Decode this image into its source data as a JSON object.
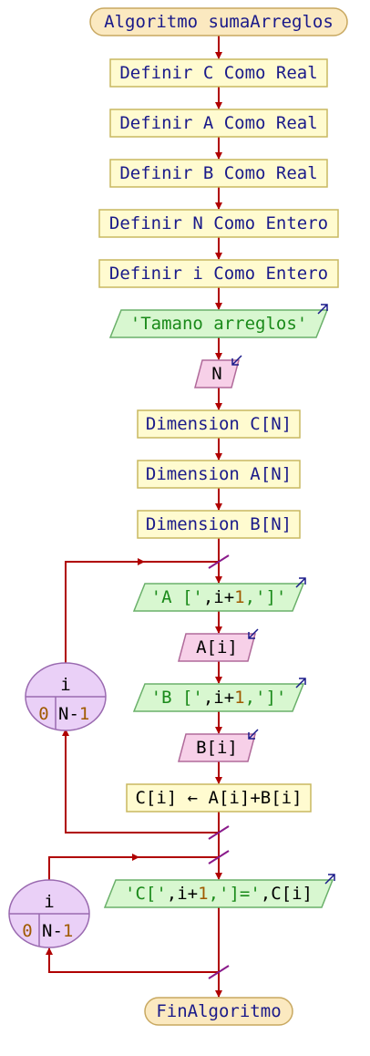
{
  "colors": {
    "flow_line": "#b00000",
    "terminal_fill": "#fbe9c0",
    "terminal_stroke": "#c8a860",
    "process_fill": "#fffbd0",
    "process_stroke": "#c8b860",
    "output_fill": "#d8f7d0",
    "output_stroke": "#6ab06a",
    "input_fill": "#f7d0e8",
    "input_stroke": "#b06a9a",
    "loop_fill": "#ead0f7",
    "loop_stroke": "#9a6ab0",
    "keyword_text": "#1a1a8a",
    "string_text": "#1a8a1a",
    "number_text": "#a05a00",
    "io_arrow": "#1a1a8a"
  },
  "start": {
    "label": "Algoritmo sumaArreglos"
  },
  "defs": [
    {
      "label": "Definir C Como Real"
    },
    {
      "label": "Definir A Como Real"
    },
    {
      "label": "Definir B Como Real"
    },
    {
      "label": "Definir N Como Entero"
    },
    {
      "label": "Definir i Como Entero"
    }
  ],
  "output1": {
    "label": "'Tamano arreglos'",
    "icon": "output-arrow-icon"
  },
  "input1": {
    "label": "N",
    "icon": "input-arrow-icon"
  },
  "dims": [
    {
      "label": "Dimension C[N]"
    },
    {
      "label": "Dimension A[N]"
    },
    {
      "label": "Dimension B[N]"
    }
  ],
  "loop1": {
    "var": "i",
    "start": "0",
    "end_var": "N-",
    "end_num": "1",
    "body": {
      "out_a": {
        "p1": "'A ['",
        "p2": ",i+",
        "p3": "1",
        "p4": ",']'"
      },
      "in_a": {
        "label": "A[i]"
      },
      "out_b": {
        "p1": "'B ['",
        "p2": ",i+",
        "p3": "1",
        "p4": ",']'"
      },
      "in_b": {
        "label": "B[i]"
      },
      "assign": {
        "label": "C[i] ← A[i]+B[i]"
      }
    }
  },
  "loop2": {
    "var": "i",
    "start": "0",
    "end_var": "N-",
    "end_num": "1",
    "body": {
      "out_c": {
        "p1": "'C['",
        "p2": ",i+",
        "p3": "1",
        "p4": ",']='",
        "p5": ",C[i]"
      }
    }
  },
  "end": {
    "label": "FinAlgoritmo"
  }
}
